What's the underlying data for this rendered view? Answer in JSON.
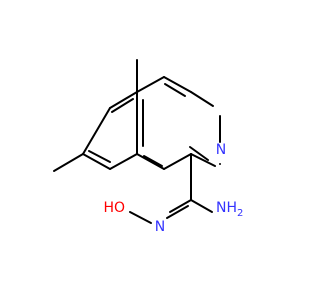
{
  "molecule": {
    "atoms": [
      {
        "id": "ring-n",
        "text": "N",
        "color": "#3333ff"
      },
      {
        "id": "amine",
        "text": "NH",
        "subscript": "2",
        "color": "#3333ff"
      },
      {
        "id": "oxime-n",
        "text": "N",
        "color": "#3333ff"
      },
      {
        "id": "hydroxyl",
        "text": "HO",
        "color": "#ff0000"
      }
    ],
    "bond_color": "#000000"
  }
}
